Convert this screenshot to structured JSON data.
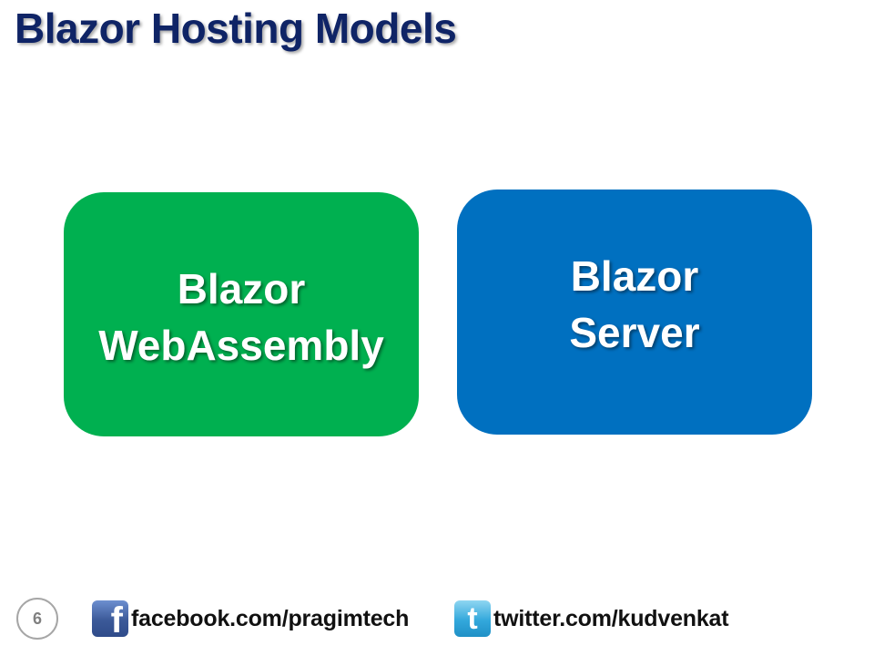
{
  "slide": {
    "title": "Blazor Hosting Models",
    "page_number": "6"
  },
  "boxes": [
    {
      "line1": "Blazor",
      "line2": "WebAssembly",
      "color": "#00b050"
    },
    {
      "line1": "Blazor",
      "line2": "Server",
      "color": "#0070c0"
    }
  ],
  "footer": {
    "facebook": {
      "icon": "facebook-icon",
      "glyph": "f",
      "text": "facebook.com/pragimtech"
    },
    "twitter": {
      "icon": "twitter-icon",
      "glyph": "t",
      "text": "twitter.com/kudvenkat"
    }
  },
  "colors": {
    "title": "#0f2466",
    "green_box": "#00b050",
    "blue_box": "#0070c0",
    "page_circle": "#a6a6a6"
  }
}
